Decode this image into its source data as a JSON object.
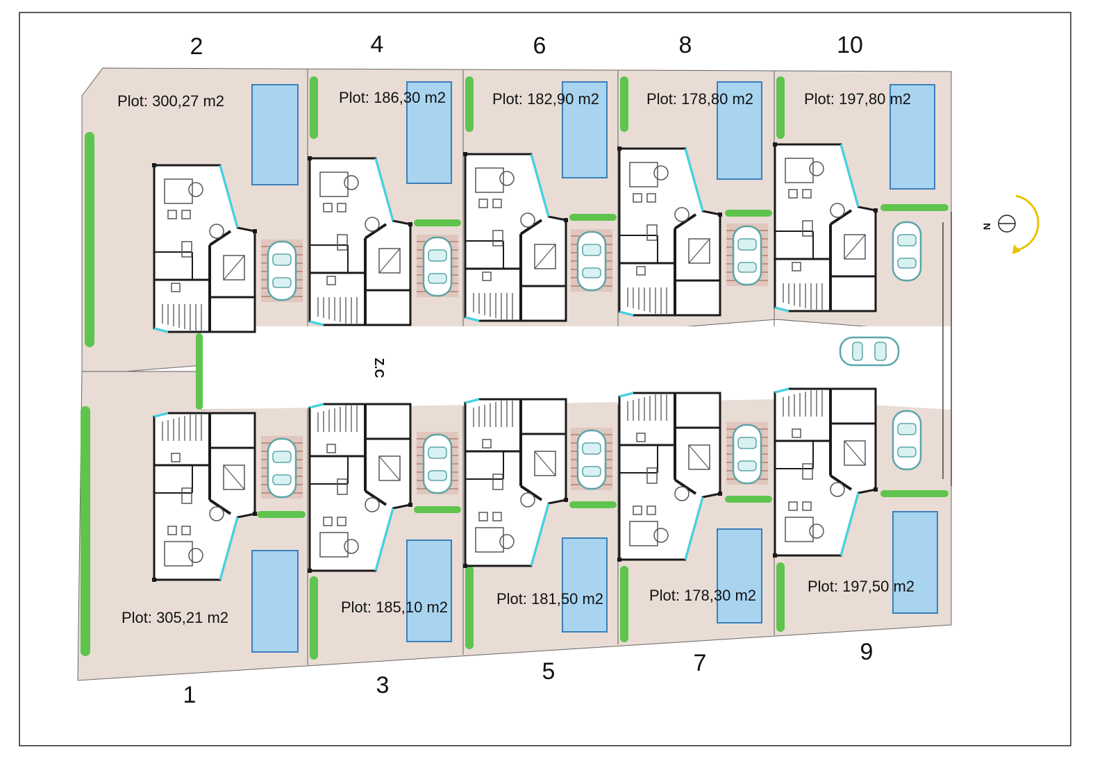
{
  "street_label": "Z.C",
  "north_label": "N",
  "colors": {
    "land": "#e8dcd5",
    "pool": "#a8d4f0",
    "pool_edge": "#3a7fb8",
    "glass": "#3fd7e6",
    "wall": "#1a1a1a",
    "hedge": "#5fc44d",
    "compass_arrow": "#e8c300",
    "frame": "#222222"
  },
  "plots": [
    {
      "number": "2",
      "area": "Plot: 300,27 m2"
    },
    {
      "number": "4",
      "area": "Plot: 186,30 m2"
    },
    {
      "number": "6",
      "area": "Plot: 182,90 m2"
    },
    {
      "number": "8",
      "area": "Plot: 178,80 m2"
    },
    {
      "number": "10",
      "area": "Plot: 197,80 m2"
    },
    {
      "number": "1",
      "area": "Plot: 305,21 m2"
    },
    {
      "number": "3",
      "area": "Plot: 185,10 m2"
    },
    {
      "number": "5",
      "area": "Plot: 181,50 m2"
    },
    {
      "number": "7",
      "area": "Plot: 178,30 m2"
    },
    {
      "number": "9",
      "area": "Plot: 197,50 m2"
    }
  ]
}
